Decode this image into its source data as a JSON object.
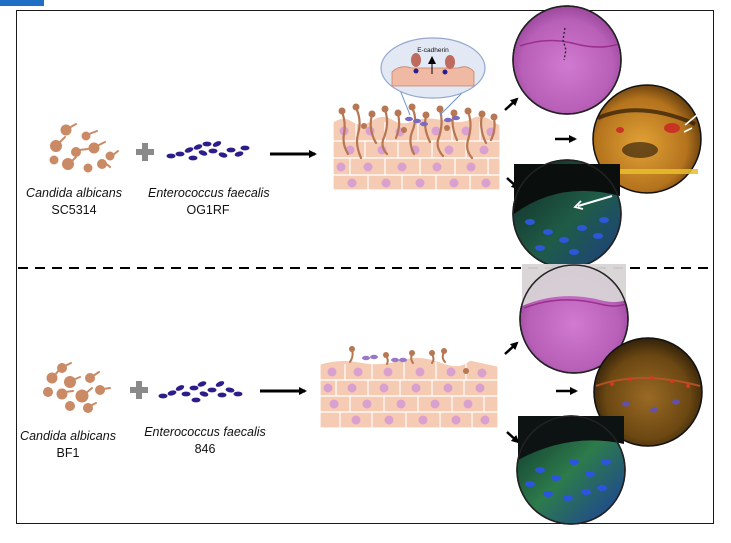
{
  "top": {
    "candida": {
      "species": "Candida albicans",
      "strain": "SC5314"
    },
    "enterococcus": {
      "species": "Enterococcus faecalis",
      "strain": "OG1RF"
    },
    "inset_label": "E-cadherin"
  },
  "bottom": {
    "candida": {
      "species": "Candida albicans",
      "strain": "BF1"
    },
    "enterococcus": {
      "species": "Enterococcus faecalis",
      "strain": "846"
    }
  },
  "colors": {
    "candida": "#c98a65",
    "enterococcus": "#2c1e8a",
    "epithelium": "#f6cbb3",
    "nucleus": "#d9a0d0",
    "plus": "#8a8a8a"
  }
}
